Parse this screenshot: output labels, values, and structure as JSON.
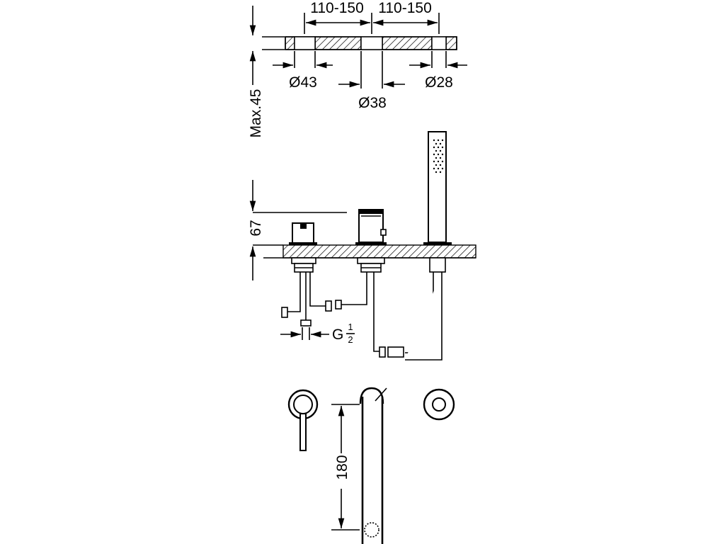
{
  "diagram": {
    "top_view": {
      "spacing_left": "110-150",
      "spacing_right": "110-150",
      "hole_left": "Ø43",
      "hole_center": "Ø38",
      "hole_right": "Ø28",
      "deck_thickness": "Max.45"
    },
    "side_view": {
      "height": "67",
      "connection_main": "G",
      "connection_numerator": "1",
      "connection_denominator": "2"
    },
    "front_view": {
      "spout_reach": "180"
    }
  }
}
